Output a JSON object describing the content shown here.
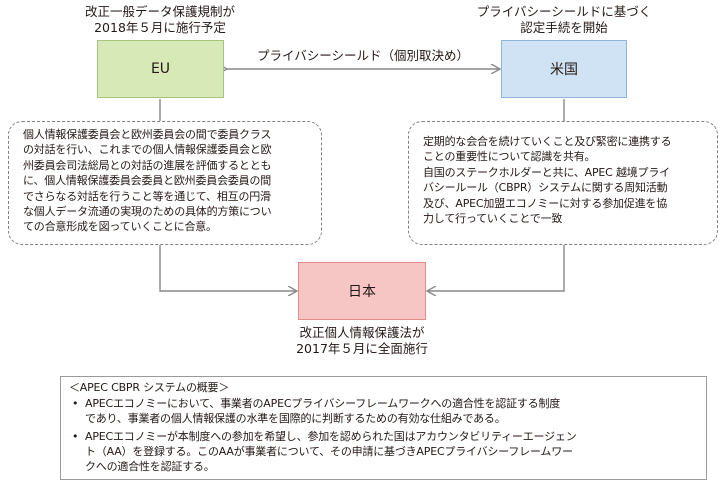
{
  "eu_caption": [
    "改正一般データ保護規制が",
    "2018年５月に施行予定"
  ],
  "us_caption": [
    "プライバシーシールドに基づく",
    "認定手続を開始"
  ],
  "jp_caption": [
    "改正個人情報保護法が",
    "2017年５月に全面施行"
  ],
  "privacy_shield_label": "プライバシーシールド（個別取決め）",
  "nodes": {
    "eu": "EU",
    "us": "米国",
    "japan": "日本"
  },
  "eu_japan_note": [
    "個人情報保護委員会と欧州委員会の間で委員クラス",
    "の対話を行い、これまでの個人情報保護委員会と欧",
    "州委員会司法総局との対話の進展を評価するととも",
    "に、個人情報保護委員会委員と欧州委員会委員の間",
    "でさらなる対話を行うこと等を通じて、相互の円滑",
    "な個人データ流通の実現のための具体的方策につい",
    "ての合意形成を図っていくことに合意。"
  ],
  "us_japan_note": [
    "定期的な会合を続けていくこと及び緊密に連携する",
    "ことの重要性について認識を共有。",
    "自国のステークホルダーと共に、APEC 越境プライ",
    "バシールール（CBPR）システムに関する周知活動",
    "及び、APEC加盟エコノミーに対する参加促進を協",
    "力して行っていくことで一致"
  ],
  "summary": {
    "title": "＜APEC CBPR システムの概要＞",
    "bullets": [
      [
        "APECエコノミーにおいて、事業者のAPECプライバシーフレームワークへの適合性を認証する制度",
        "であり、事業者の個人情報保護の水準を国際的に判断するための有効な仕組みである。"
      ],
      [
        "APECエコノミーが本制度への参加を希望し、参加を認められた国はアカウンタビリティーエージェン",
        "ト（AA）を登録する。このAAが事業者について、その申請に基づきAPECプライバシーフレームワー",
        "クへの適合性を認証する。"
      ]
    ]
  },
  "colors": {
    "eu_fill": "#d7e9b6",
    "us_fill": "#cfe3f4",
    "japan_fill": "#f6c6c4",
    "arrow": "#888888"
  }
}
